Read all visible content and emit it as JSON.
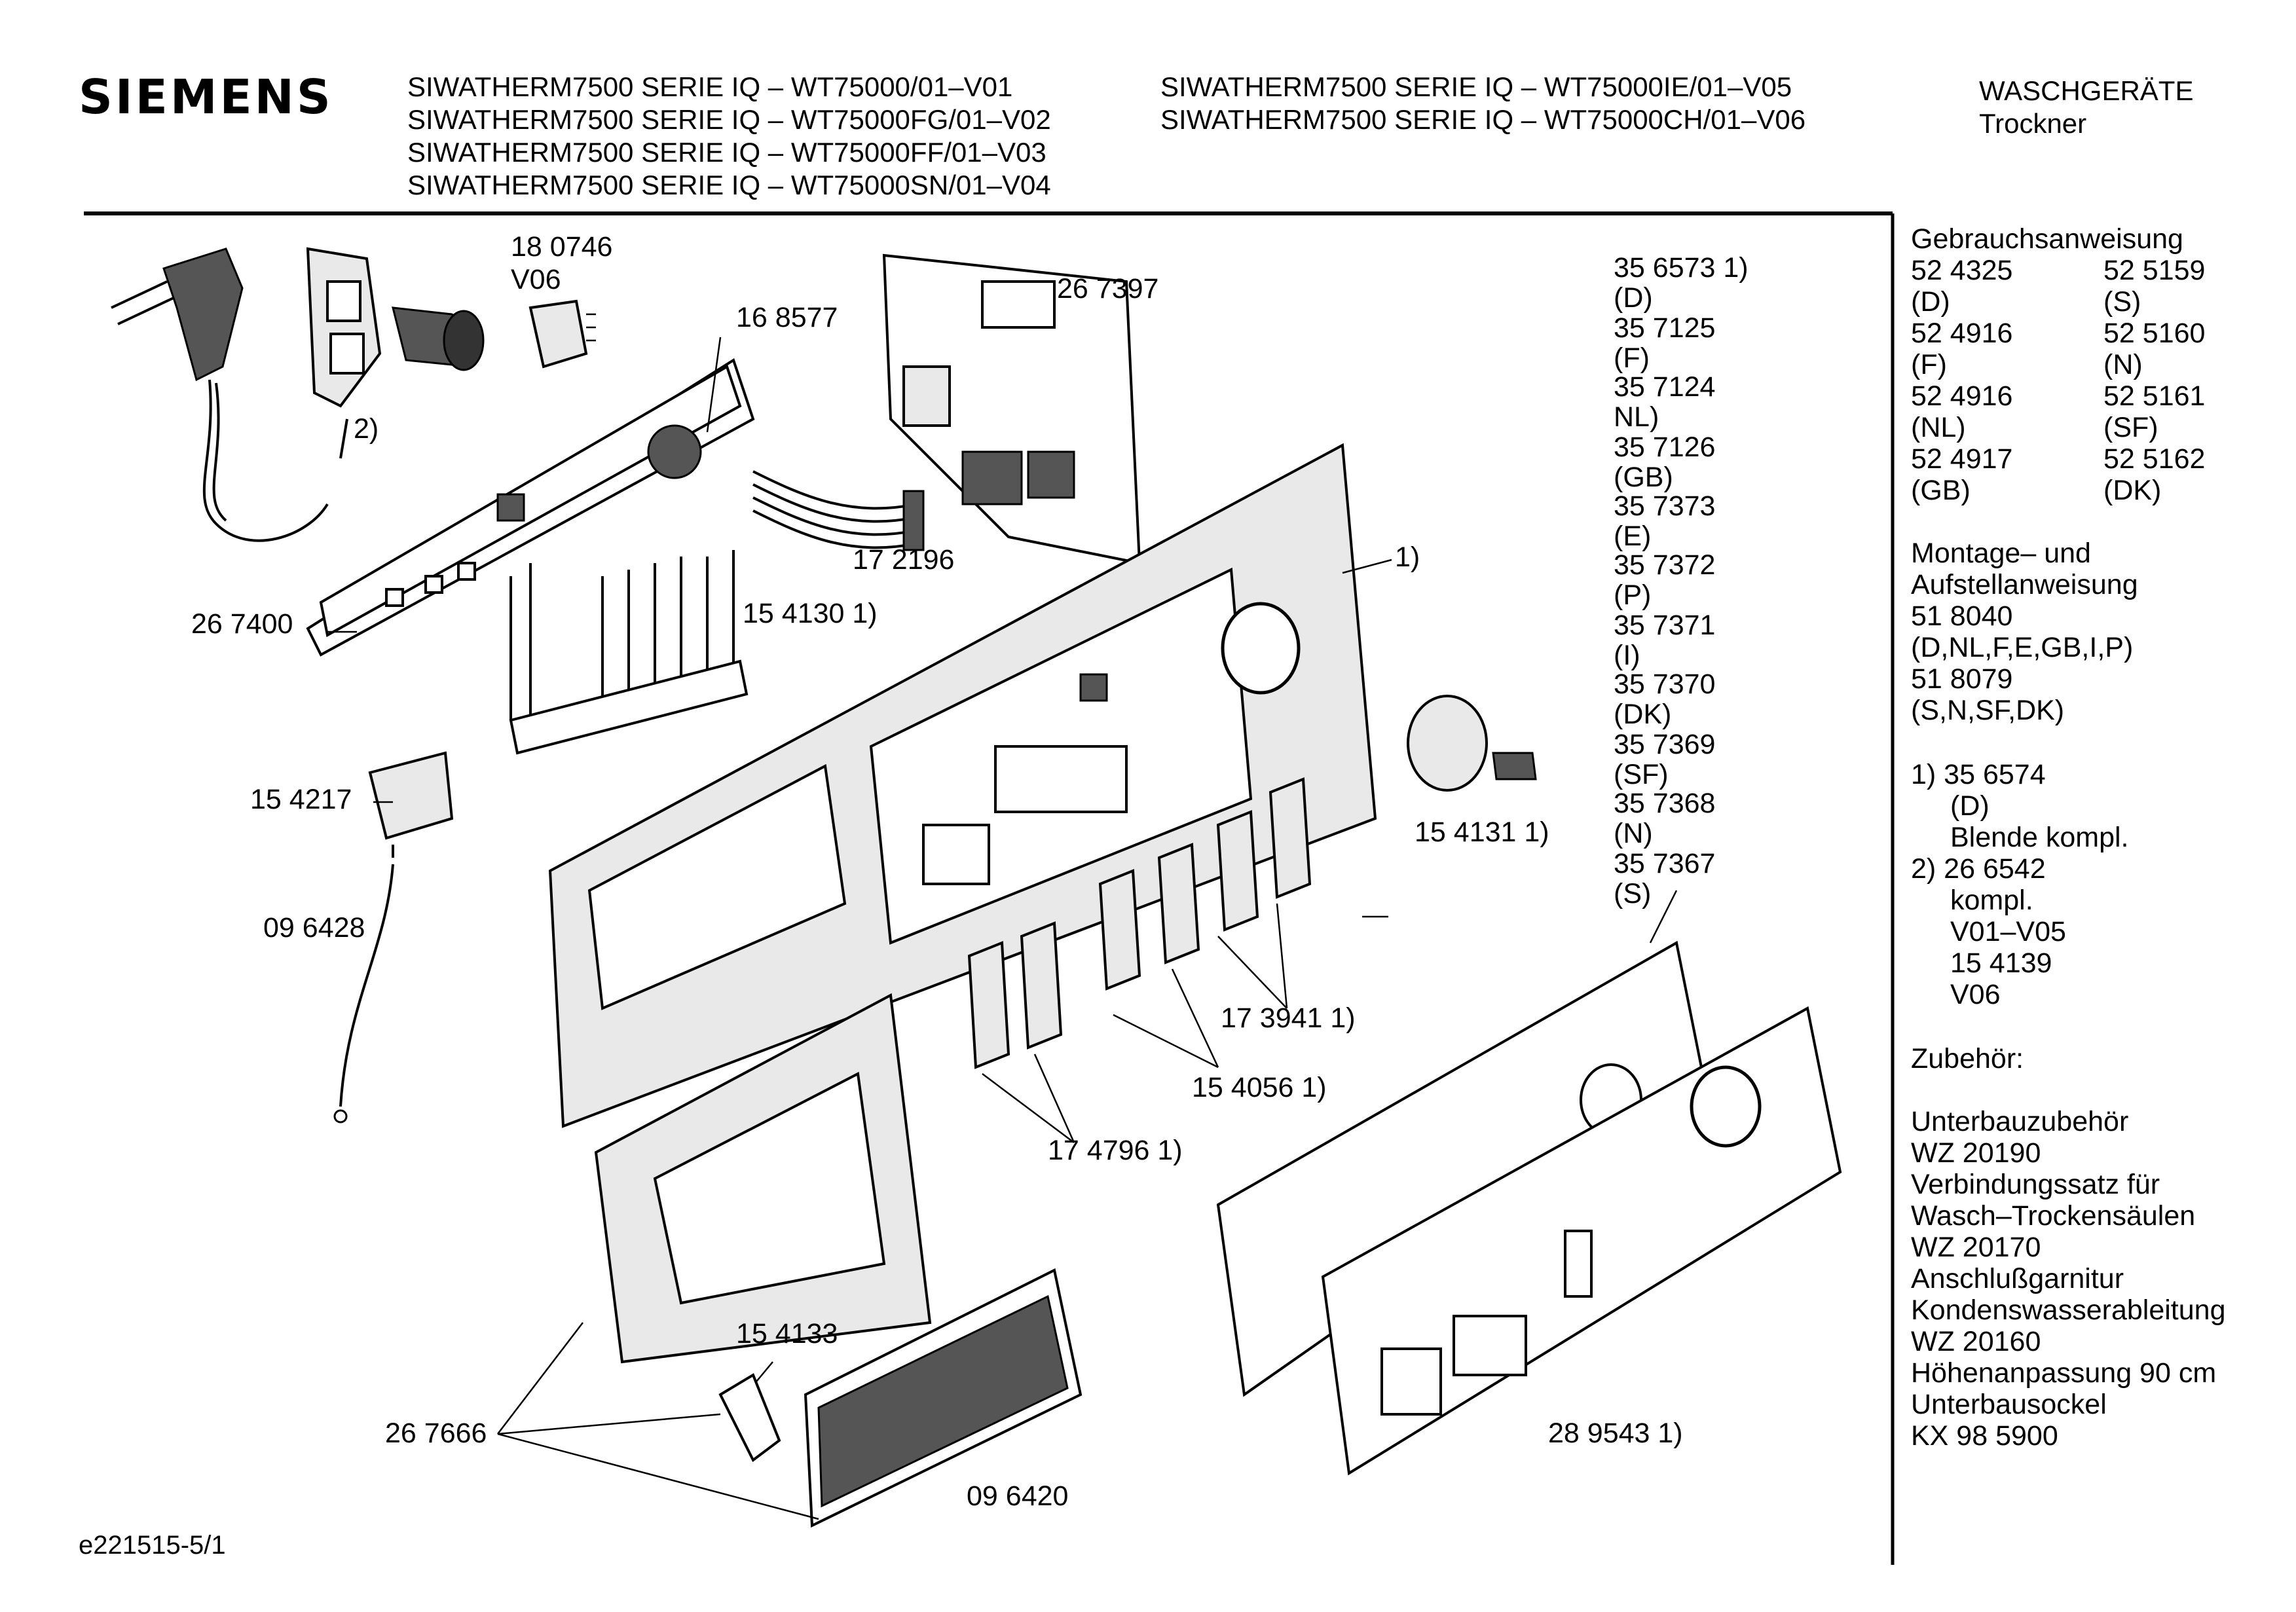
{
  "header": {
    "brand": "SIEMENS",
    "models_col1": [
      "SIWATHERM7500 SERIE IQ – WT75000/01–V01",
      "SIWATHERM7500 SERIE IQ – WT75000FG/01–V02",
      "SIWATHERM7500 SERIE IQ – WT75000FF/01–V03",
      "SIWATHERM7500 SERIE IQ – WT75000SN/01–V04"
    ],
    "models_col2": [
      "SIWATHERM7500 SERIE IQ – WT75000IE/01–V05",
      "SIWATHERM7500 SERIE IQ – WT75000CH/01–V06"
    ],
    "category": [
      "WASCHGERÄTE",
      "Trockner"
    ]
  },
  "labels": {
    "p180746": "18 0746",
    "v06": "V06",
    "p168577": "16 8577",
    "p267397": "26 7397",
    "note2": "2)",
    "note1": "1)",
    "p172196": "17 2196",
    "p267400": "26 7400",
    "p154130": "15 4130 1)",
    "p154217": "15 4217",
    "p096428": "09 6428",
    "p154131": "15 4131 1)",
    "p173941": "17 3941 1)",
    "p154056": "15 4056 1)",
    "p174796": "17 4796 1)",
    "p154133": "15 4133",
    "p267666": "26 7666",
    "p096420": "09 6420",
    "p289543": "28 9543 1)"
  },
  "variant_list": [
    "35 6573 1)",
    "(D)",
    "35 7125",
    "(F)",
    "35 7124",
    "NL)",
    "35 7126",
    "(GB)",
    "35 7373",
    "(E)",
    "35 7372",
    "(P)",
    "35 7371",
    "(I)",
    "35 7370",
    "(DK)",
    "35 7369",
    "(SF)",
    "35 7368",
    "(N)",
    "35 7367",
    "(S)"
  ],
  "sidebar": {
    "manual_title": "Gebrauchsanweisung",
    "manual_rows": [
      [
        "52 4325",
        "52 5159"
      ],
      [
        "(D)",
        "(S)"
      ],
      [
        "52 4916",
        "52 5160"
      ],
      [
        "(F)",
        "(N)"
      ],
      [
        "52 4916",
        "52 5161"
      ],
      [
        "(NL)",
        "(SF)"
      ],
      [
        "52 4917",
        "52 5162"
      ],
      [
        "(GB)",
        "(DK)"
      ]
    ],
    "install_lines": [
      "Montage– und",
      "Aufstellanweisung",
      "51 8040",
      "(D,NL,F,E,GB,I,P)",
      "51 8079",
      "(S,N,SF,DK)"
    ],
    "notes_lines": [
      "1)  35 6574",
      "(D)",
      "Blende kompl.",
      "2)  26 6542",
      "kompl.",
      "V01–V05",
      "15 4139",
      "V06"
    ],
    "accessories_title": "Zubehör:",
    "accessories_lines": [
      "Unterbauzubehör",
      "WZ 20190",
      "Verbindungssatz für",
      "Wasch–Trockensäulen",
      "WZ 20170",
      "Anschlußgarnitur",
      "Kondenswasserableitung",
      "WZ 20160",
      "Höhenanpassung 90 cm",
      "Unterbausockel",
      "KX 98 5900"
    ]
  },
  "footer": {
    "drawing_id": "e221515-5/1"
  }
}
